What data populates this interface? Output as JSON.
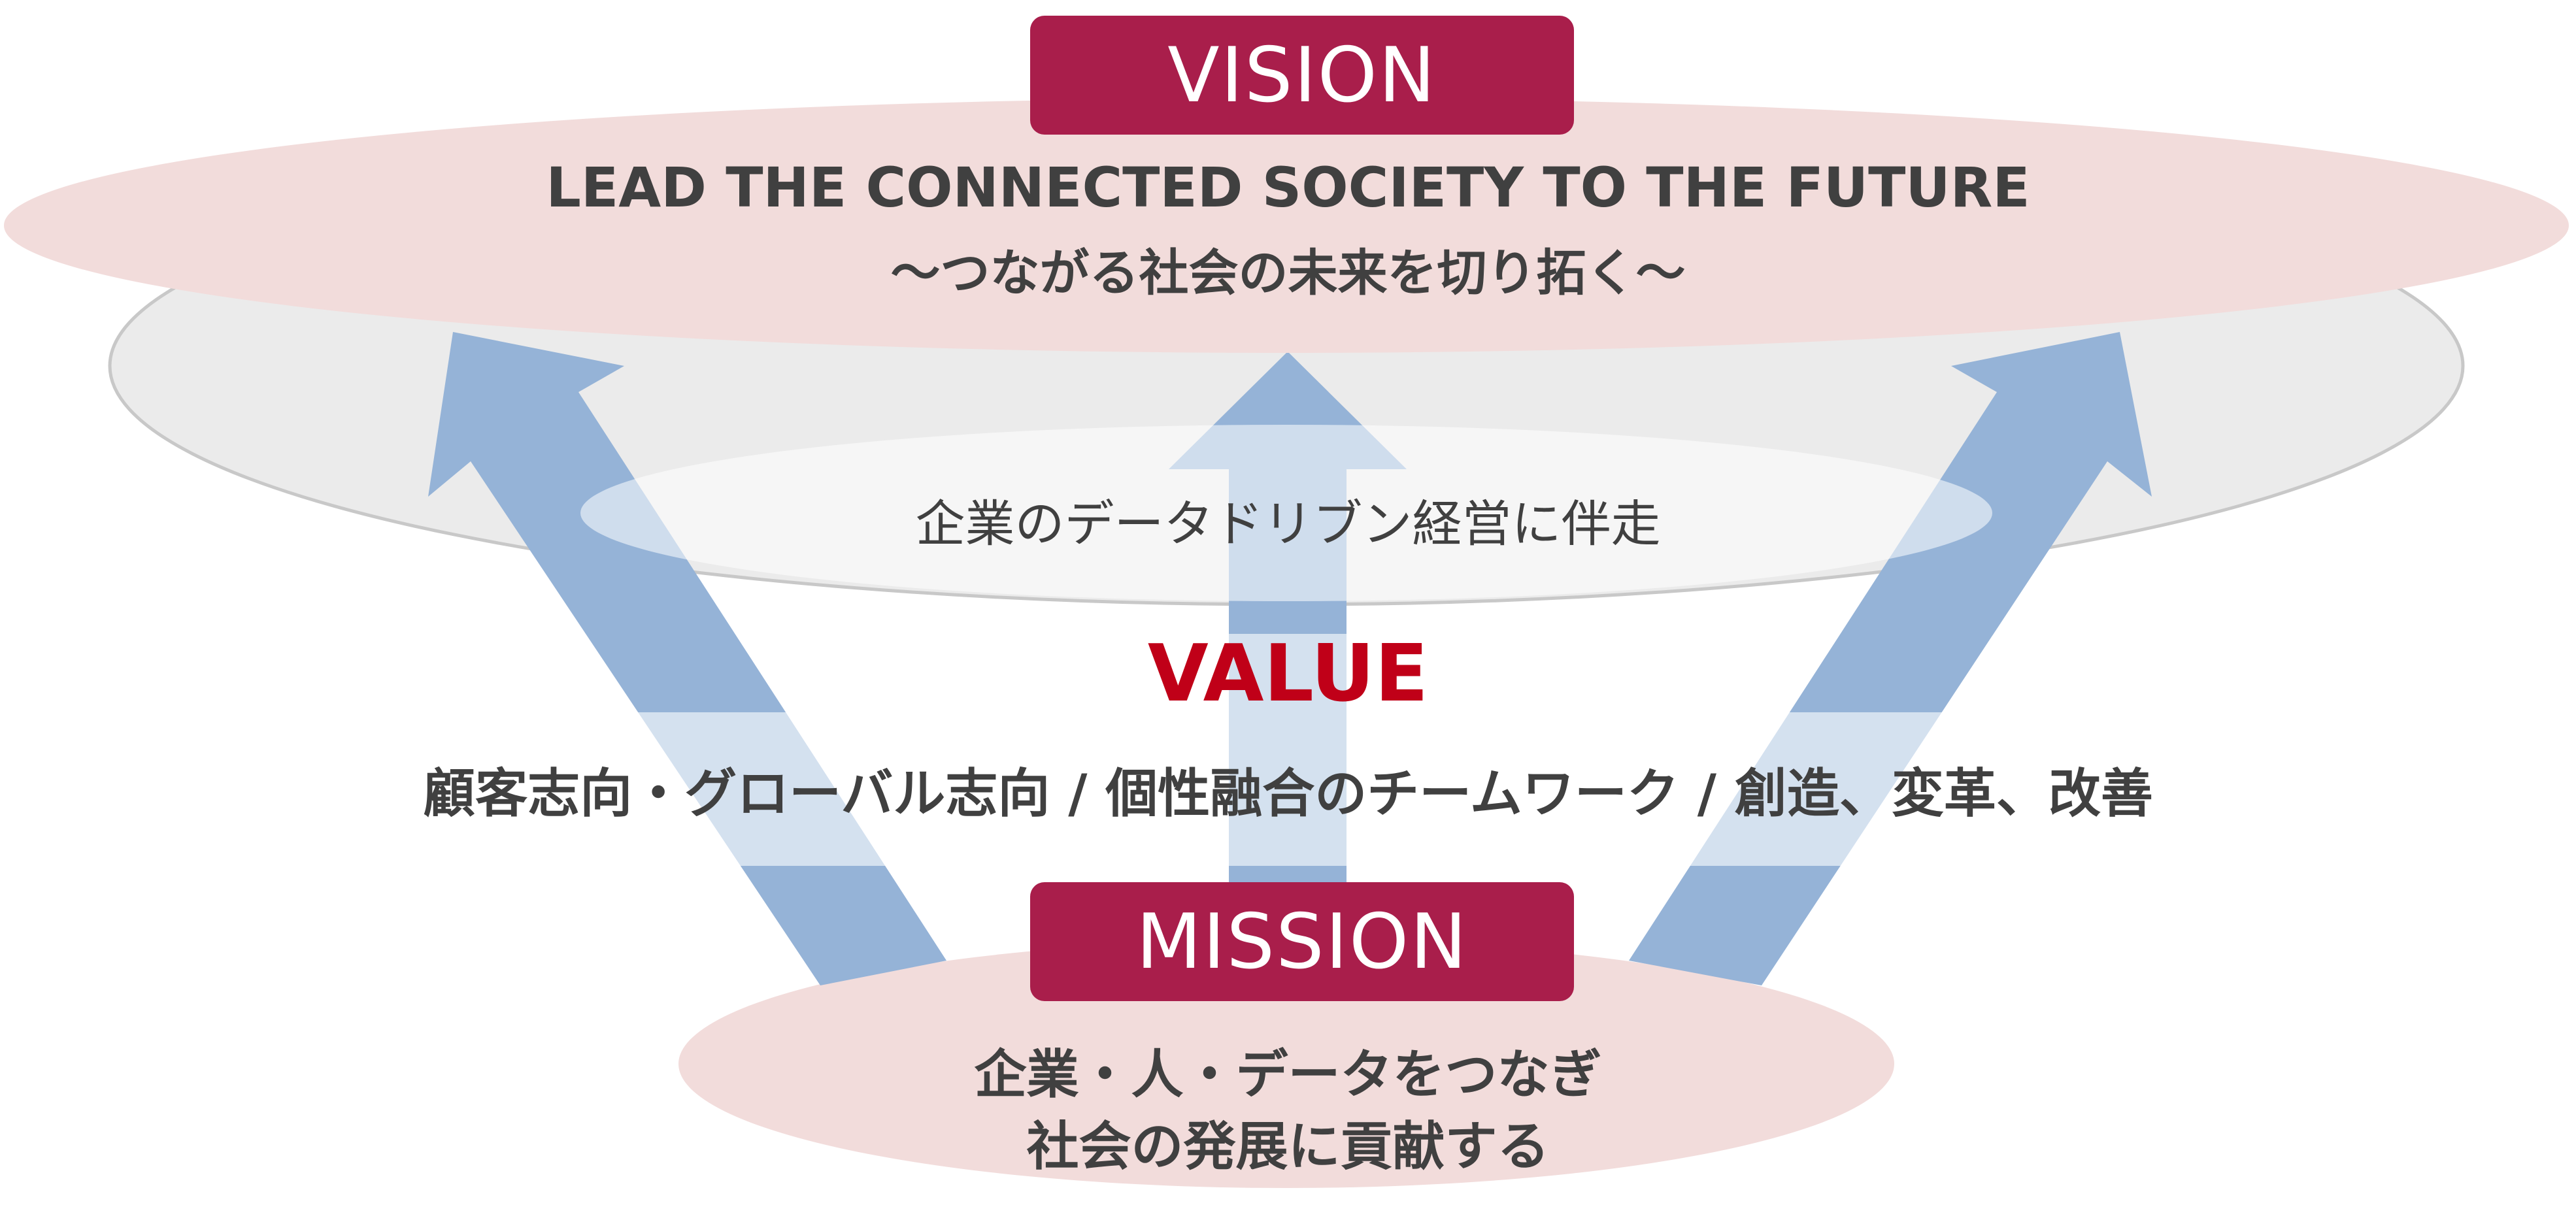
{
  "vision": {
    "label": "VISION",
    "statement_en": "LEAD THE CONNECTED SOCIETY TO THE FUTURE",
    "statement_ja": "〜つながる社会の未来を切り拓く〜"
  },
  "middle": {
    "statement": "企業のデータドリブン経営に伴走"
  },
  "value": {
    "label": "VALUE",
    "items": "顧客志向・グローバル志向 / 個性融合のチームワーク / 創造、変革、改善"
  },
  "mission": {
    "label": "MISSION",
    "line1": "企業・人・データをつなぎ",
    "line2": "社会の発展に貢献する"
  },
  "colors": {
    "badge": "#a91e4b",
    "value_accent": "#c00018",
    "text": "#404040",
    "arrow": "#95b3d7",
    "vision_ellipse": "#f2dcdb",
    "gray_ellipse": "#ebebeb"
  }
}
